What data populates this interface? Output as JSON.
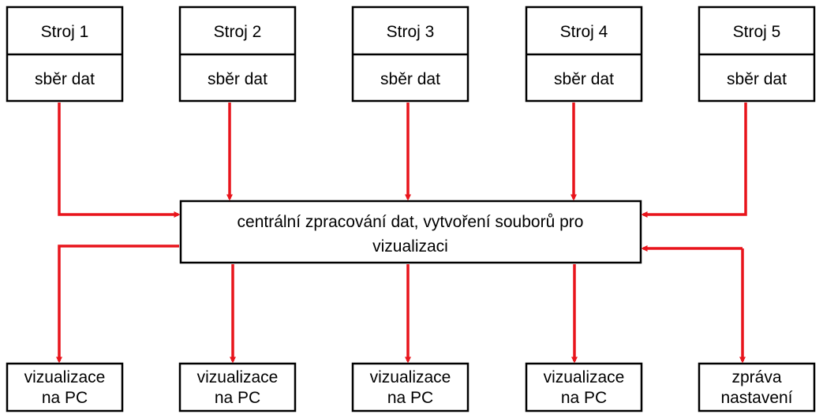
{
  "colors": {
    "arrow": "#e8141b",
    "box_border": "#000000",
    "text": "#000000"
  },
  "machines": [
    {
      "name": "Stroj 1",
      "role": "sběr dat"
    },
    {
      "name": "Stroj 2",
      "role": "sběr dat"
    },
    {
      "name": "Stroj 3",
      "role": "sběr dat"
    },
    {
      "name": "Stroj 4",
      "role": "sběr dat"
    },
    {
      "name": "Stroj 5",
      "role": "sběr dat"
    }
  ],
  "central": {
    "line1": "centrální zpracování dat, vytvoření souborů pro",
    "line2": "vizualizaci"
  },
  "outputs": [
    {
      "line1": "vizualizace",
      "line2": "na PC"
    },
    {
      "line1": "vizualizace",
      "line2": "na PC"
    },
    {
      "line1": "vizualizace",
      "line2": "na PC"
    },
    {
      "line1": "vizualizace",
      "line2": "na PC"
    },
    {
      "line1": "zpráva",
      "line2": "nastavení"
    }
  ]
}
